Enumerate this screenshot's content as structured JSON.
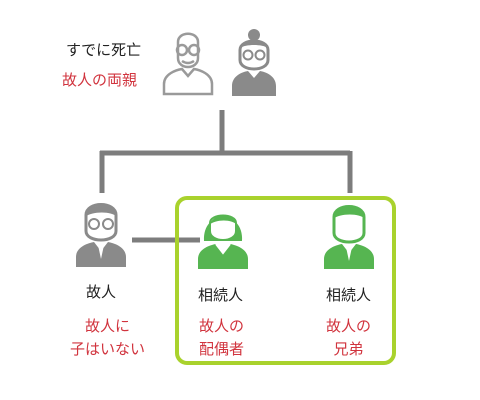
{
  "diagram": {
    "parents": {
      "status": "すでに死亡",
      "title": "故人の両親"
    },
    "deceased": {
      "label": "故人",
      "note": "故人に\n子はいない"
    },
    "heir_spouse": {
      "label": "相続人",
      "note": "故人の\n配偶者"
    },
    "heir_sibling": {
      "label": "相続人",
      "note": "故人の\n兄弟"
    },
    "icons": {
      "grandfather": "old-man-icon",
      "grandmother": "old-woman-icon",
      "deceased": "man-with-glasses-icon",
      "spouse": "woman-icon",
      "sibling": "man-icon"
    },
    "colors": {
      "deceased_gray": "#8a8a8a",
      "heir_green": "#56b551",
      "frame_green": "#a9d22d",
      "line_gray": "#7d7d7d",
      "note_red": "#d1343e"
    }
  }
}
